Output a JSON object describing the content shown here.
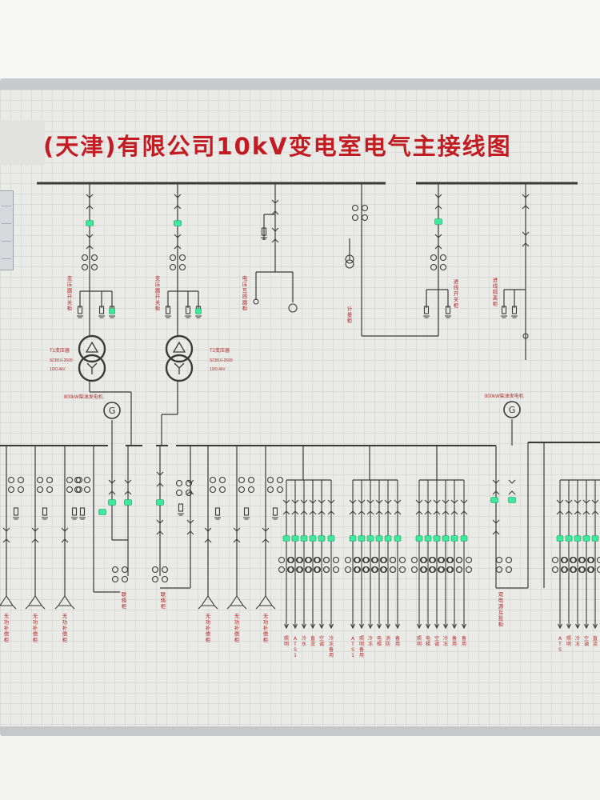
{
  "title": "(天津)有限公司10kV变电室电气主接线图",
  "colors": {
    "line": "#3a3a3a",
    "label_red": "#b42a2a",
    "indicator_on": "#3dea9a"
  },
  "cabinet_labels": {
    "transformer_switch_1": "变压器开关柜",
    "transformer_switch_2": "变压器开关柜",
    "voltage_transformer": "电压互感器柜",
    "metering": "计量柜",
    "incoming_switch": "进线开关柜",
    "incoming_isolation": "进线隔离柜",
    "reactive_comp_1": "无功补偿柜",
    "reactive_comp_2": "无功补偿柜",
    "reactive_comp_3": "无功补偿柜",
    "reactive_comp_4": "无功补偿柜",
    "reactive_comp_5": "无功补偿柜",
    "reactive_comp_6": "无功补偿柜",
    "tie_cabinet_1": "联络柜",
    "tie_cabinet_2": "联络柜",
    "dual_power_tie": "双电源互投柜"
  },
  "transformer_labels": {
    "t1_name": "T1变压器",
    "t1_spec1": "SCB10-2500",
    "t1_spec2": "10/0.4kV",
    "t2_name": "T2变压器",
    "t2_spec1": "SCB10-2500",
    "t2_spec2": "10/0.4kV"
  },
  "generator_labels": {
    "left": "800kW柴油发电机",
    "right": "800kW柴油发电机"
  },
  "feeder_labels": {
    "group1": [
      "照明",
      "ATS1",
      "冷水",
      "直流",
      "空调",
      "冷冻备用"
    ],
    "group2": [
      "ATS1",
      "照明备用",
      "冷冻",
      "电梯",
      "消防",
      "备用"
    ],
    "group3": [
      "照明",
      "电梯",
      "空调",
      "冷冻",
      "备用",
      "备用"
    ],
    "group4": [
      "ATS",
      "照明",
      "冷冻",
      "空调",
      "直流"
    ]
  }
}
